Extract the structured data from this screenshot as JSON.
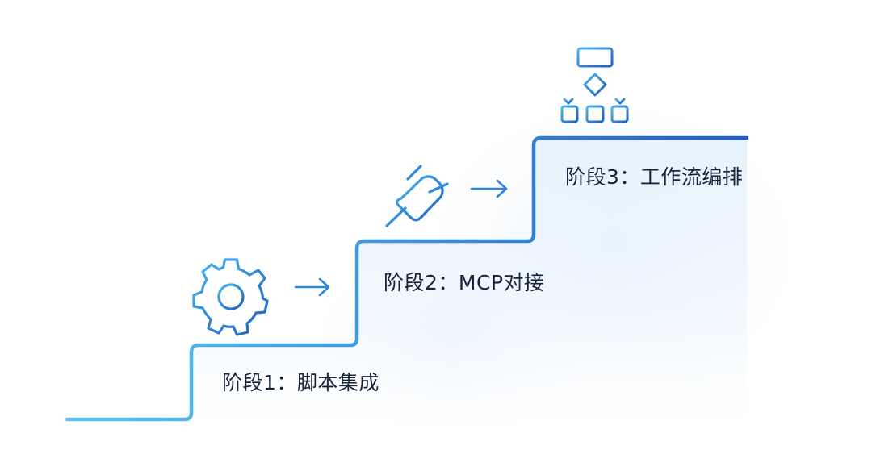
{
  "stages": [
    {
      "label": "阶段1：脚本集成",
      "icon": "gear-icon"
    },
    {
      "label": "阶段2：MCP对接",
      "icon": "plug-icon"
    },
    {
      "label": "阶段3：工作流编排",
      "icon": "flowchart-icon"
    }
  ],
  "arrows": [
    "arrow-right-icon",
    "arrow-right-icon"
  ],
  "colors": {
    "line_start": "#5ec6ec",
    "line_end": "#1e5fc6",
    "icon_light": "#3fa3ea",
    "icon_dark": "#1a5fc4",
    "label_text": "#16233a",
    "glow": "#dcebfa"
  }
}
